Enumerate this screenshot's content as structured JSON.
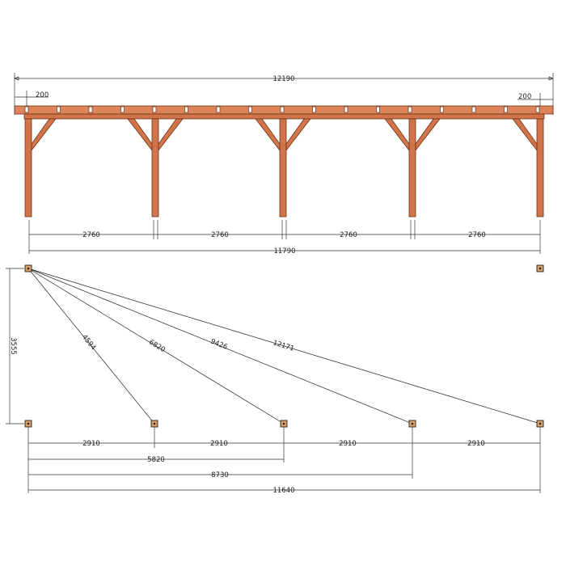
{
  "elevation": {
    "overall_width": "12190",
    "overhang_left": "200",
    "overhang_right": "200",
    "bay_spacing": [
      "2760",
      "2760",
      "2760",
      "2760"
    ],
    "post_span": "11790"
  },
  "plan": {
    "depth": "3555",
    "diagonals": [
      "4594",
      "6820",
      "9426",
      "12171"
    ],
    "post_spacing": [
      "2910",
      "2910",
      "2910",
      "2910"
    ],
    "cumulative": [
      "5820",
      "8730",
      "11640"
    ]
  },
  "colors": {
    "wood": "#d2744a",
    "wood_outline": "#6b3418",
    "post_top": "#d9a068"
  }
}
